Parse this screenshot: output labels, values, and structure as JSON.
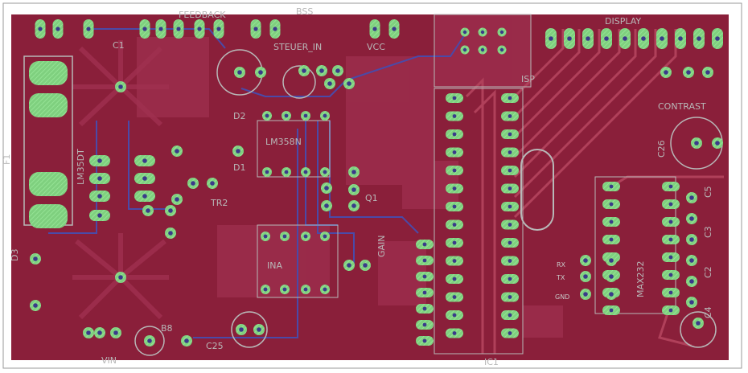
{
  "colors": {
    "board": "#8a1f3a",
    "copper_fill": "#a03050",
    "trace_top": "#b0405a",
    "trace_bottom": "#4a4aa8",
    "pad": "#7fd07f",
    "pad_hatch": "#9be89b",
    "silk": "#b8b8b8",
    "outline": "#9a9a9a"
  },
  "labels": {
    "feedback": "FEEDBACK",
    "bss": "BSS",
    "steuer": "STEUER_IN",
    "vcc": "VCC",
    "display": "DISPLAY",
    "contrast": "CONTRAST",
    "isp": "ISP",
    "c1": "C1",
    "f1": "F1",
    "d1": "D1",
    "d2": "D2",
    "d3": "D3",
    "lm": "LM35DT",
    "lm358": "LM358N",
    "ina": "INA",
    "gain": "GAIN",
    "c25": "C25",
    "c26": "C26",
    "vin": "VIN",
    "ic1": "IC1",
    "max": "MAX232",
    "c2": "C2",
    "c3": "C3",
    "c4": "C4",
    "c5": "C5",
    "rx": "RX",
    "tx": "TX",
    "gnd": "GND",
    "b8": "B8",
    "q1": "Q1",
    "tr2": "TR2"
  }
}
